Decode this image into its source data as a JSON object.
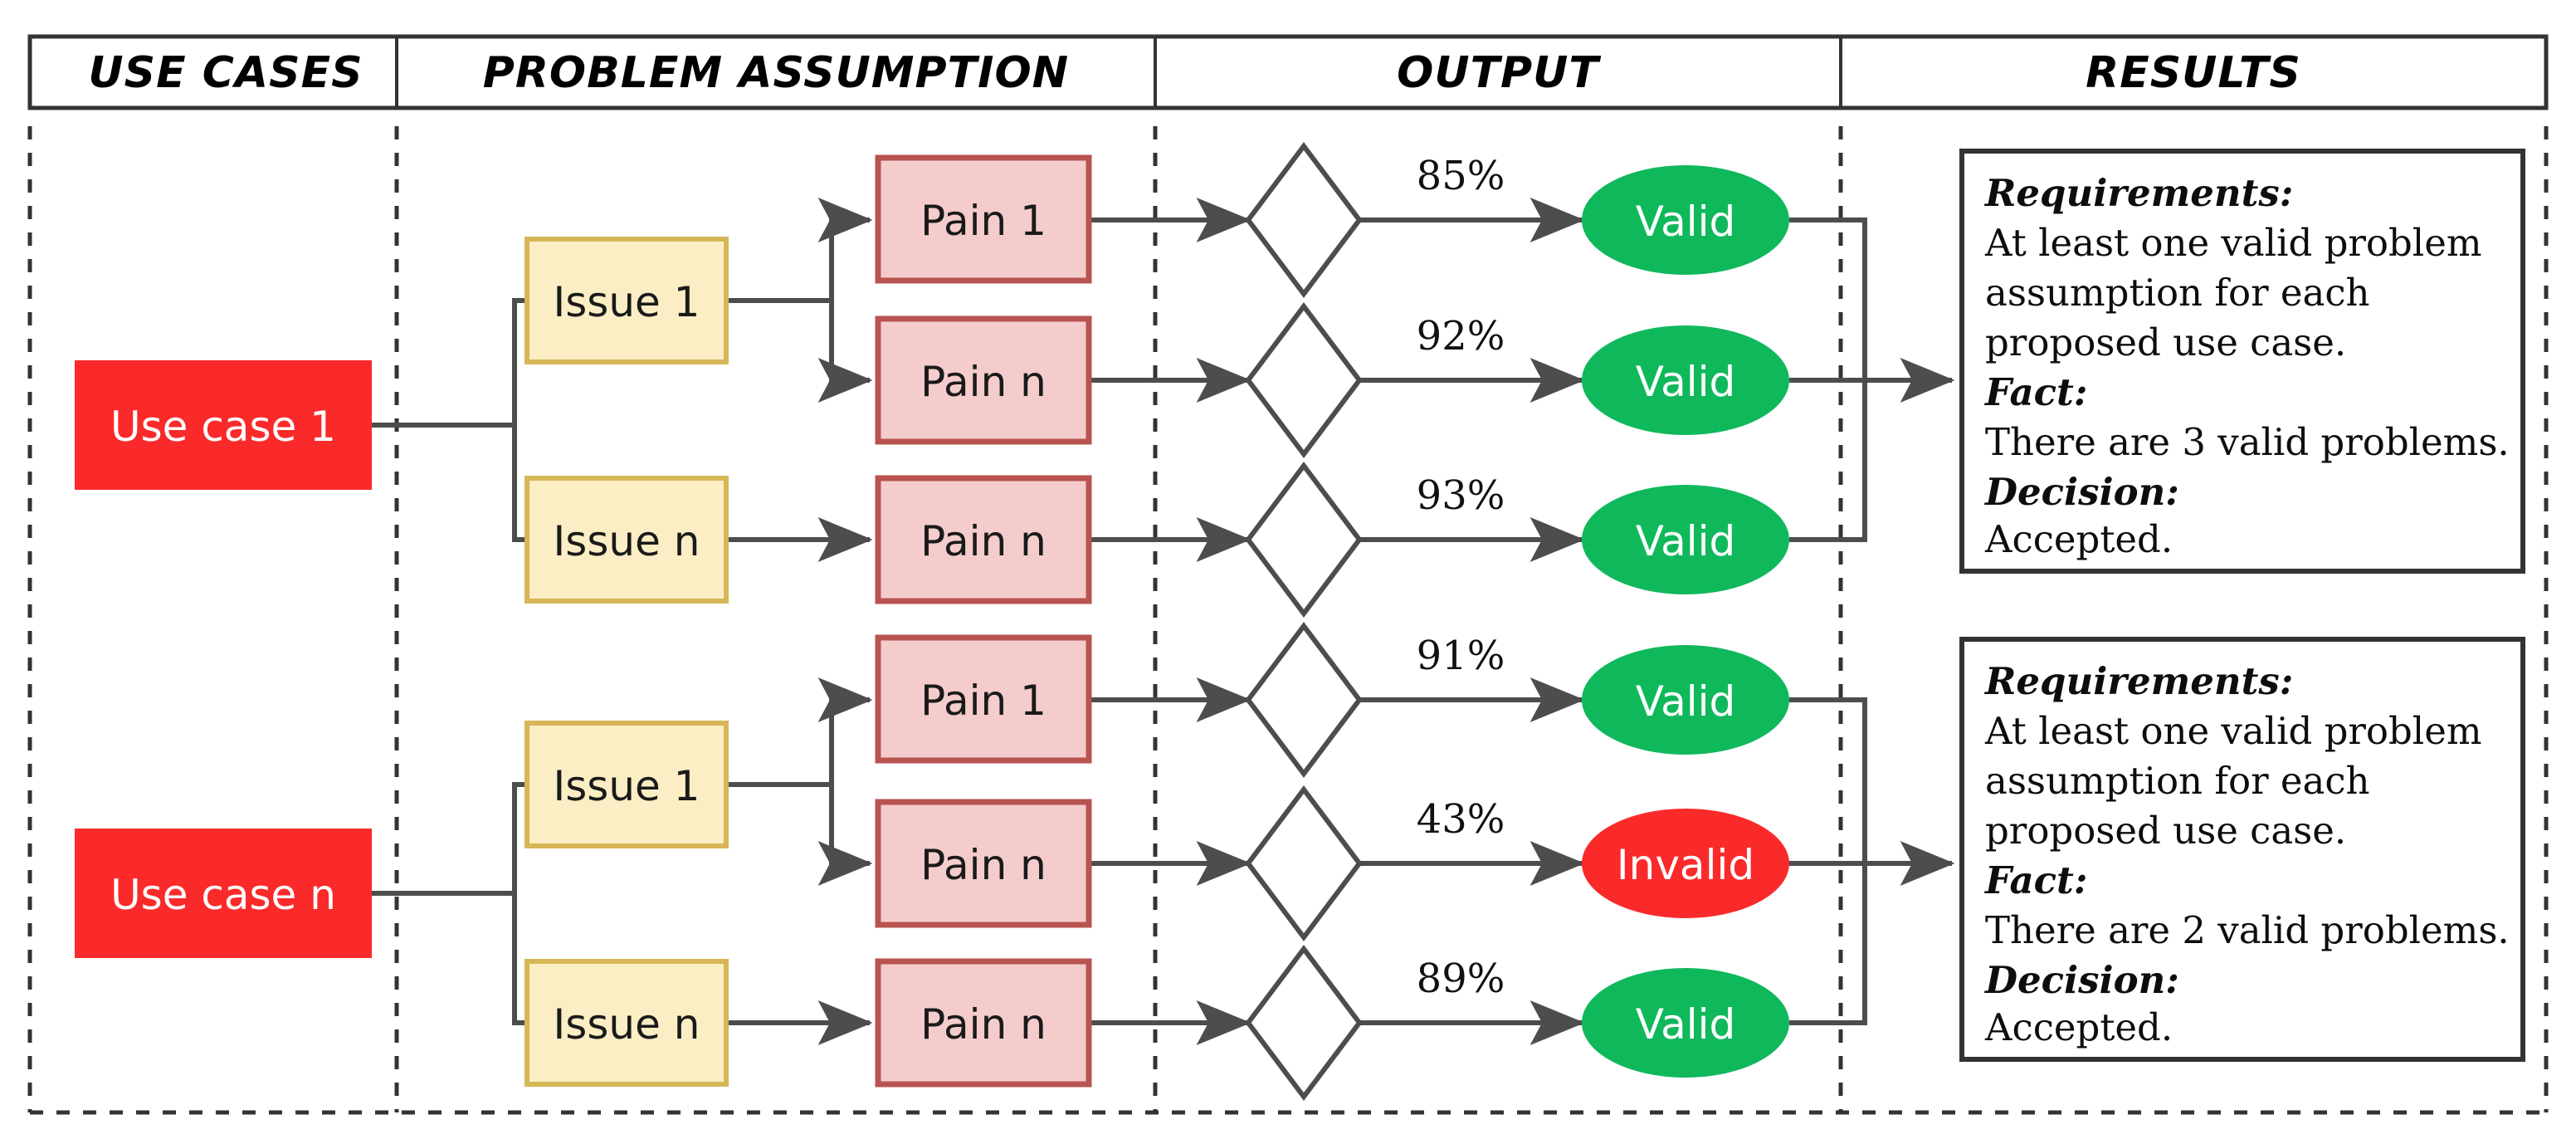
{
  "table": {
    "headers": [
      {
        "id": "use-cases",
        "label": "USE CASES"
      },
      {
        "id": "problem-assumption",
        "label": "PROBLEM ASSUMPTION"
      },
      {
        "id": "output",
        "label": "OUTPUT"
      },
      {
        "id": "results",
        "label": "RESULTS"
      }
    ]
  },
  "colors": {
    "use_case_fill": "#FA2A2A",
    "issue_fill": "#FBEEC4",
    "issue_stroke": "#D6B656",
    "pain_fill": "#F5CCCC",
    "pain_stroke": "#B85450",
    "valid_fill": "#10B85C",
    "invalid_fill": "#FA2A2A",
    "decision_stroke": "#4D4D4D",
    "connector": "#4D4D4D",
    "divider": "#333333",
    "text_dark": "#1A1A1A",
    "text_light": "#FFFFFF"
  },
  "use_cases": [
    {
      "id": "uc1",
      "label": "Use case 1"
    },
    {
      "id": "ucn",
      "label": "Use case n"
    }
  ],
  "issues": [
    {
      "id": "g1-issue-1",
      "label": "Issue 1"
    },
    {
      "id": "g1-issue-n",
      "label": "Issue n"
    },
    {
      "id": "g2-issue-1",
      "label": "Issue 1"
    },
    {
      "id": "g2-issue-n",
      "label": "Issue n"
    }
  ],
  "pains": [
    {
      "id": "g1-pain-1",
      "label": "Pain 1"
    },
    {
      "id": "g1-pain-n1",
      "label": "Pain n"
    },
    {
      "id": "g1-pain-n2",
      "label": "Pain n"
    },
    {
      "id": "g2-pain-1",
      "label": "Pain 1"
    },
    {
      "id": "g2-pain-n1",
      "label": "Pain n"
    },
    {
      "id": "g2-pain-n2",
      "label": "Pain n"
    }
  ],
  "outputs": [
    {
      "id": "out-1",
      "percent": "85%",
      "verdict": "Valid",
      "valid": true
    },
    {
      "id": "out-2",
      "percent": "92%",
      "verdict": "Valid",
      "valid": true
    },
    {
      "id": "out-3",
      "percent": "93%",
      "verdict": "Valid",
      "valid": true
    },
    {
      "id": "out-4",
      "percent": "91%",
      "verdict": "Valid",
      "valid": true
    },
    {
      "id": "out-5",
      "percent": "43%",
      "verdict": "Invalid",
      "valid": false
    },
    {
      "id": "out-6",
      "percent": "89%",
      "verdict": "Valid",
      "valid": true
    }
  ],
  "results": [
    {
      "id": "result-1",
      "lines": [
        {
          "text": "Requirements:",
          "emphasis": true
        },
        {
          "text": "At least one valid problem",
          "emphasis": false
        },
        {
          "text": "assumption for each",
          "emphasis": false
        },
        {
          "text": "proposed use case.",
          "emphasis": false
        },
        {
          "text": "Fact:",
          "emphasis": true
        },
        {
          "text": "There are 3 valid problems.",
          "emphasis": false
        },
        {
          "text": "Decision:",
          "emphasis": true
        },
        {
          "text": "Accepted.",
          "emphasis": false
        }
      ]
    },
    {
      "id": "result-2",
      "lines": [
        {
          "text": "Requirements:",
          "emphasis": true
        },
        {
          "text": "At least one valid problem",
          "emphasis": false
        },
        {
          "text": "assumption for each",
          "emphasis": false
        },
        {
          "text": "proposed use case.",
          "emphasis": false
        },
        {
          "text": "Fact:",
          "emphasis": true
        },
        {
          "text": "There are 2 valid problems.",
          "emphasis": false
        },
        {
          "text": "Decision:",
          "emphasis": true
        },
        {
          "text": "Accepted.",
          "emphasis": false
        }
      ]
    }
  ]
}
